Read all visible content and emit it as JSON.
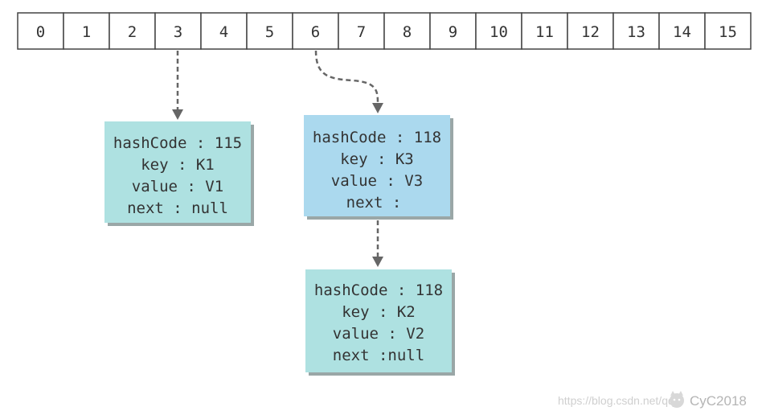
{
  "array": {
    "indices": [
      "0",
      "1",
      "2",
      "3",
      "4",
      "5",
      "6",
      "7",
      "8",
      "9",
      "10",
      "11",
      "12",
      "13",
      "14",
      "15"
    ],
    "stroke_color": "#444444"
  },
  "nodes": {
    "k1": {
      "hashcode": "hashCode : 115",
      "key": "key : K1",
      "value": "value : V1",
      "next": "next : null",
      "color": "#aee1e1"
    },
    "k3": {
      "hashcode": "hashCode : 118",
      "key": "key : K3",
      "value": "value : V3",
      "next": "next :",
      "color": "#abd9ee"
    },
    "k2": {
      "hashcode": "hashCode : 118",
      "key": "key : K2",
      "value": "value : V2",
      "next": "next :null",
      "color": "#aee1e1"
    }
  },
  "arrow_color": "#666666",
  "watermark": {
    "url": "https://blog.csdn.net/qq_",
    "brand": "CyC2018",
    "icon": "cat-logo-icon"
  }
}
